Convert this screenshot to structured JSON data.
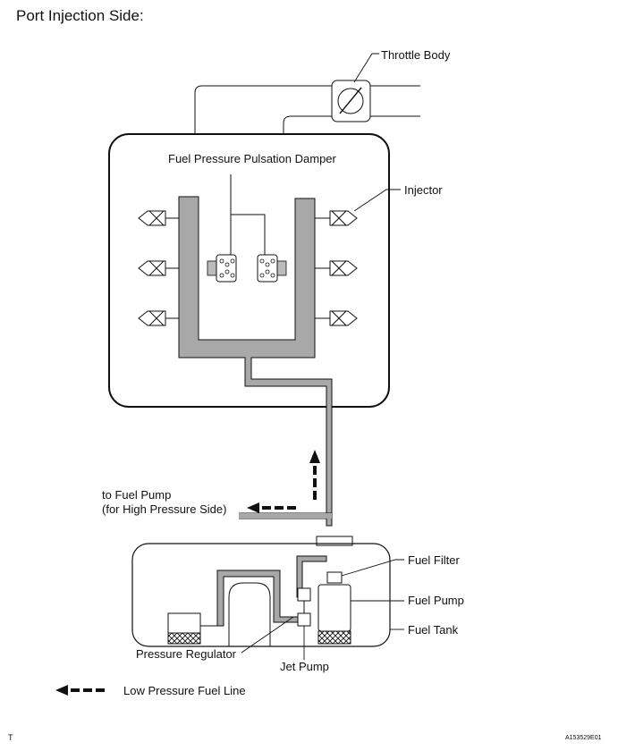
{
  "page_title": "Port Injection Side:",
  "labels": {
    "throttle_body": "Throttle Body",
    "pulsation_damper": "Fuel Pressure Pulsation Damper",
    "injector": "Injector",
    "to_fuel_pump_line1": "to Fuel Pump",
    "to_fuel_pump_line2": "(for High Pressure Side)",
    "fuel_filter": "Fuel Filter",
    "fuel_pump": "Fuel Pump",
    "fuel_tank": "Fuel Tank",
    "pressure_regulator": "Pressure Regulator",
    "jet_pump": "Jet Pump"
  },
  "legend": {
    "low_pressure_fuel_line": "Low Pressure Fuel Line"
  },
  "footer": {
    "left_mark": "T",
    "figure_code": "A153529E01"
  },
  "colors": {
    "line": "#111111",
    "pipe_fill": "#a8a8a8"
  }
}
